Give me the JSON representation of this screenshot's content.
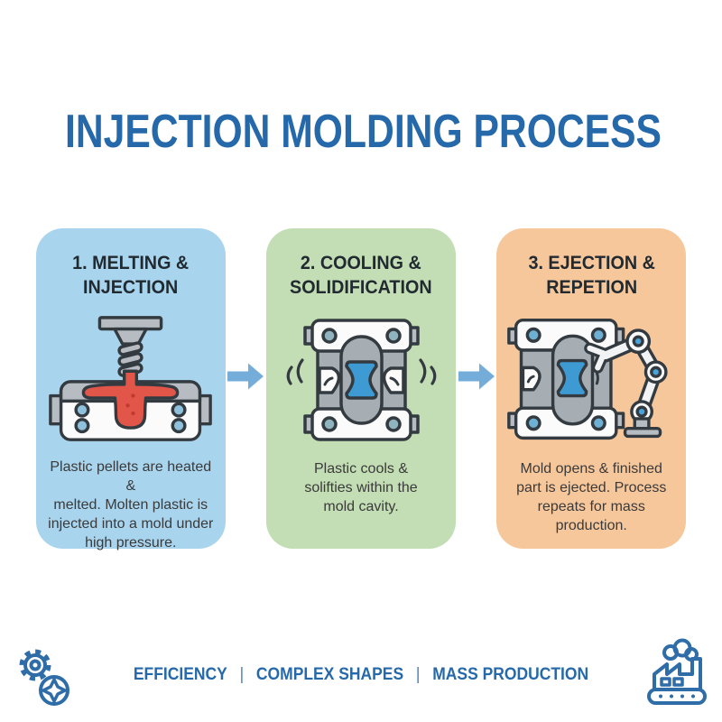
{
  "page": {
    "title": "INJECTION MOLDING PROCESS"
  },
  "steps": [
    {
      "title": "1. MELTING &\nINJECTION",
      "description": "Plastic pellets are heated &\nmelted. Molten plastic is\ninjected into a mold under\nhigh pressure.",
      "icon": "injection-machine-icon",
      "bg_color": "#a9d4ee"
    },
    {
      "title": "2. COOLING &\nSOLIDIFICATION",
      "description": "Plastic cools &\nsolifties within the\nmold cavity.",
      "icon": "cooling-mold-icon",
      "bg_color": "#c3ddb4"
    },
    {
      "title": "3. EJECTION &\nREPETION",
      "description": "Mold opens & finished\npart is ejected. Process\nrepeats for mass production.",
      "icon": "robot-arm-ejection-icon",
      "bg_color": "#f7c79c"
    }
  ],
  "arrow": {
    "icon": "right-arrow-icon",
    "color": "#74add9"
  },
  "footer": {
    "items": [
      "EFFICIENCY",
      "COMPLEX SHAPES",
      "MASS PRODUCTION"
    ],
    "separator": "|",
    "left_icon": "gear-icon",
    "right_icon": "factory-icon"
  },
  "colors": {
    "title_blue": "#2669aa",
    "card_blue": "#a9d4ee",
    "card_green": "#c3ddb4",
    "card_orange": "#f7c79c",
    "molten_red": "#e25549",
    "part_blue": "#3e9ad3",
    "outline_dark": "#333b41",
    "machine_gray": "#b6bcc1"
  }
}
